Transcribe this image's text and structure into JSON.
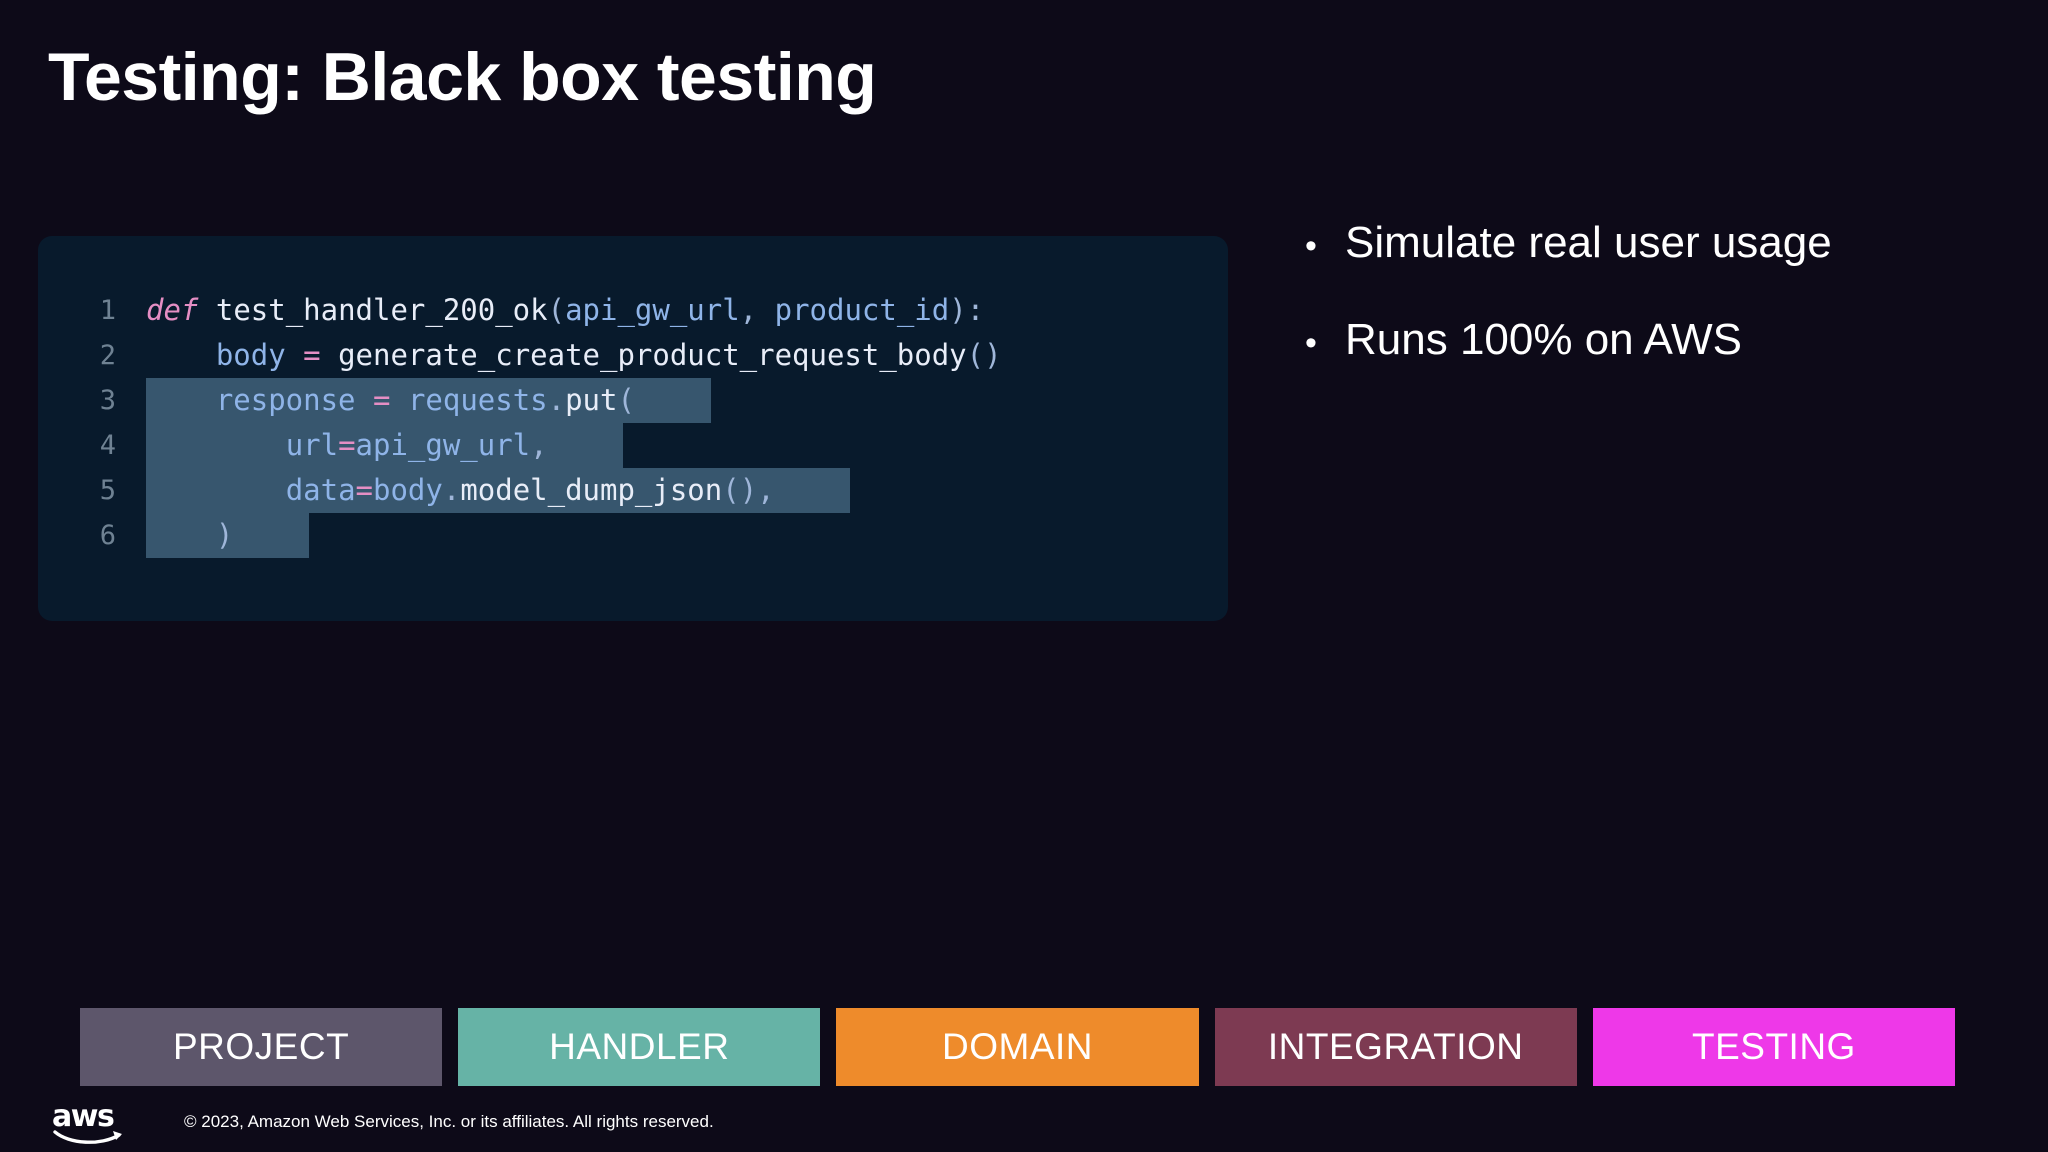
{
  "slide": {
    "title": "Testing: Black box testing",
    "background_color": "#0d0a18"
  },
  "code_block": {
    "language": "python",
    "background_color": "#081a2c",
    "highlight_color": "#37566e",
    "lines": [
      {
        "number": "1",
        "text": "def test_handler_200_ok(api_gw_url, product_id):",
        "highlighted": false
      },
      {
        "number": "2",
        "text": "    body = generate_create_product_request_body()",
        "highlighted": false
      },
      {
        "number": "3",
        "text": "    response = requests.put(",
        "highlighted": true
      },
      {
        "number": "4",
        "text": "        url=api_gw_url,",
        "highlighted": true
      },
      {
        "number": "5",
        "text": "        data=body.model_dump_json(),",
        "highlighted": true
      },
      {
        "number": "6",
        "text": "    )",
        "highlighted": true
      }
    ]
  },
  "bullets": {
    "marker": "•",
    "items": [
      {
        "text": "Simulate real user usage"
      },
      {
        "text": "Runs 100% on AWS"
      }
    ]
  },
  "bottom_nav": {
    "tabs": [
      {
        "label": "PROJECT",
        "color": "#5d566b",
        "active": false
      },
      {
        "label": "HANDLER",
        "color": "#66b3a6",
        "active": false
      },
      {
        "label": "DOMAIN",
        "color": "#ee8b2b",
        "active": false
      },
      {
        "label": "INTEGRATION",
        "color": "#7d3a52",
        "active": false
      },
      {
        "label": "TESTING",
        "color": "#ee38e8",
        "active": true
      }
    ]
  },
  "footer": {
    "logo_text": "aws",
    "copyright": "© 2023, Amazon Web Services, Inc. or its affiliates. All rights reserved."
  }
}
